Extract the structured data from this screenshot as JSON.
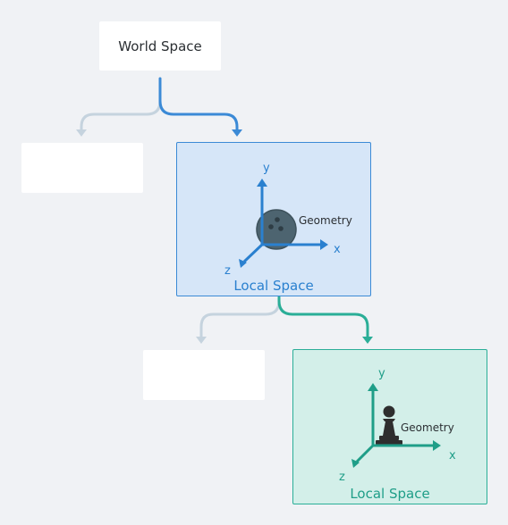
{
  "diagram": {
    "world_node": {
      "label": "World Space"
    },
    "local_space_1": {
      "label": "Local Space",
      "geometry_label": "Geometry",
      "axes": {
        "x": "x",
        "y": "y",
        "z": "z"
      }
    },
    "local_space_2": {
      "label": "Local Space",
      "geometry_label": "Geometry",
      "axes": {
        "x": "x",
        "y": "y",
        "z": "z"
      }
    }
  },
  "colors": {
    "blue_accent": "#3b8ad6",
    "teal_accent": "#2aae97",
    "muted_connector": "#c5d3de"
  },
  "icons": {
    "geometry_1": "bowling-ball-icon",
    "geometry_2": "chess-pawn-icon"
  }
}
